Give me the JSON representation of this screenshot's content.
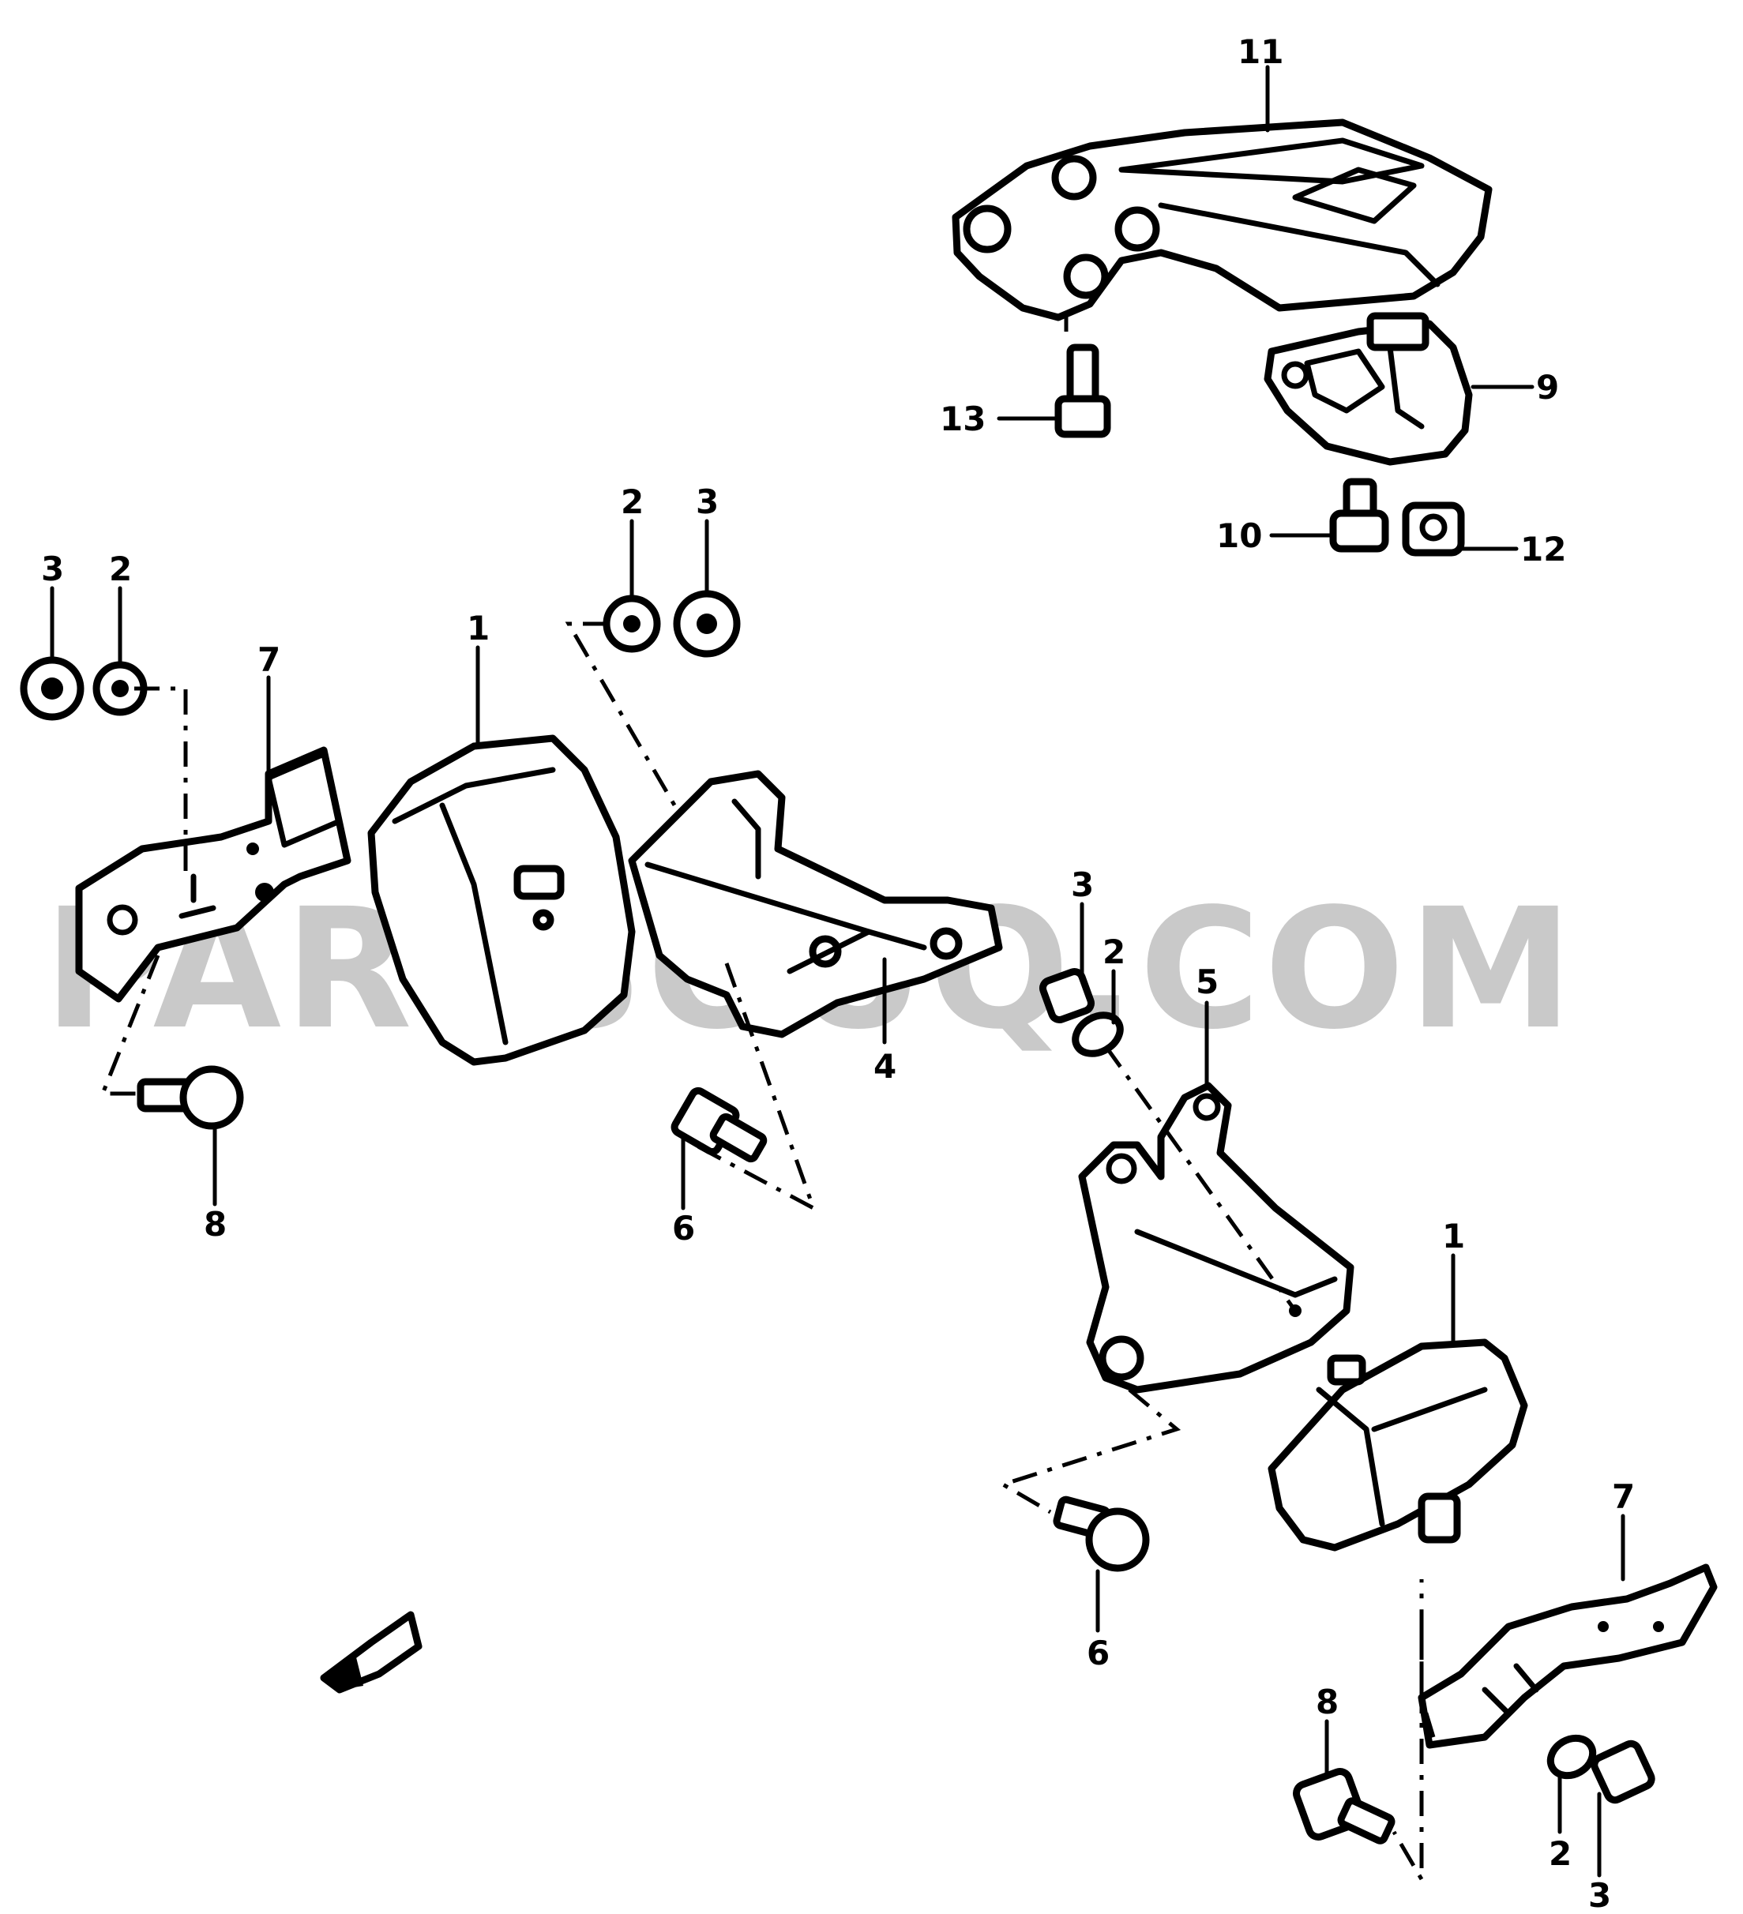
{
  "watermark": "PARTSOUQ.COM",
  "callouts": {
    "c1a": "1",
    "c1b": "1",
    "c2a": "2",
    "c2b": "2",
    "c2c": "2",
    "c2d": "2",
    "c3a": "3",
    "c3b": "3",
    "c3c": "3",
    "c3d": "3",
    "c4": "4",
    "c5": "5",
    "c6a": "6",
    "c6b": "6",
    "c7a": "7",
    "c7b": "7",
    "c8a": "8",
    "c8b": "8",
    "c9": "9",
    "c10": "10",
    "c11": "11",
    "c12": "12",
    "c13": "13"
  }
}
